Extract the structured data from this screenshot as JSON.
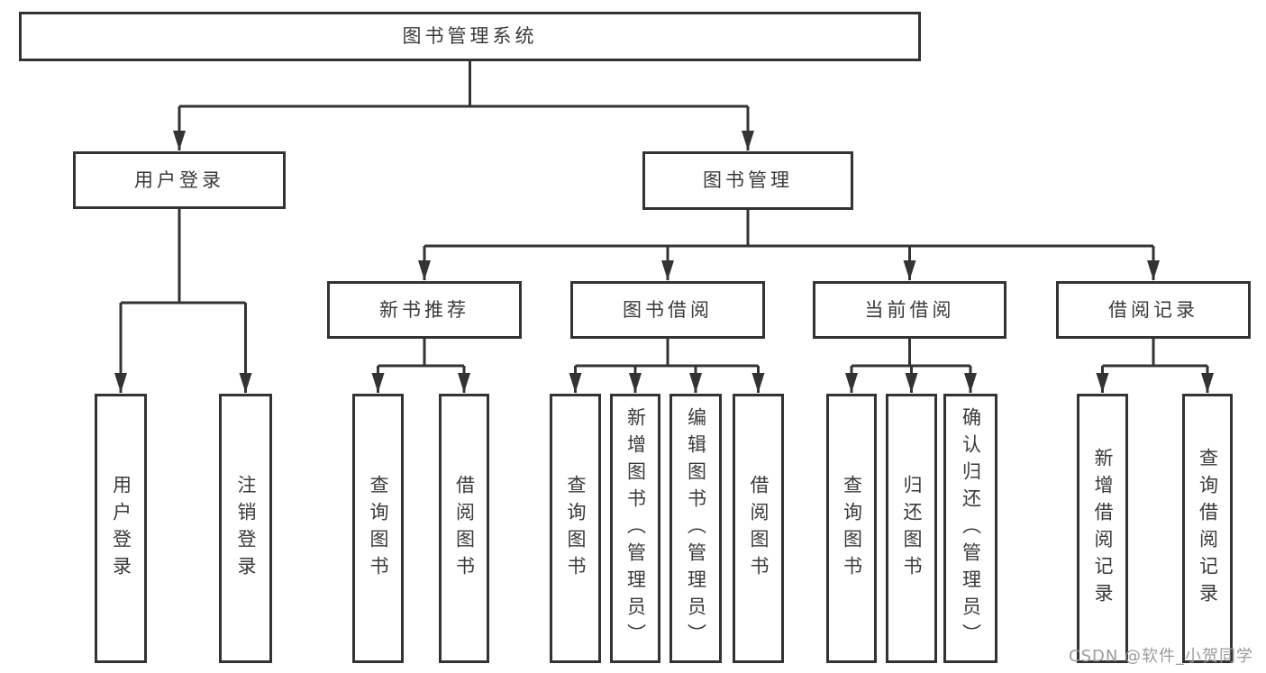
{
  "diagram": {
    "title": "图书管理系统",
    "modules": [
      {
        "label": "用户登录",
        "children": [
          {
            "label": "用户登录"
          },
          {
            "label": "注销登录"
          }
        ]
      },
      {
        "label": "图书管理",
        "children": [
          {
            "label": "新书推荐",
            "children": [
              {
                "label": "查询图书"
              },
              {
                "label": "借阅图书"
              }
            ]
          },
          {
            "label": "图书借阅",
            "children": [
              {
                "label": "查询图书"
              },
              {
                "label": "新增图书（管理员）"
              },
              {
                "label": "编辑图书（管理员）"
              },
              {
                "label": "借阅图书"
              }
            ]
          },
          {
            "label": "当前借阅",
            "children": [
              {
                "label": "查询图书"
              },
              {
                "label": "归还图书"
              },
              {
                "label": "确认归还（管理员）"
              }
            ]
          },
          {
            "label": "借阅记录",
            "children": [
              {
                "label": "新增借阅记录"
              },
              {
                "label": "查询借阅记录"
              }
            ]
          }
        ]
      }
    ]
  },
  "watermark": {
    "text": "CSDN @软件_小贺同学"
  },
  "colors": {
    "line": "#333333",
    "text": "#3a3a3a",
    "box_fill": "#ffffff",
    "watermark": "#9c9c9c"
  }
}
